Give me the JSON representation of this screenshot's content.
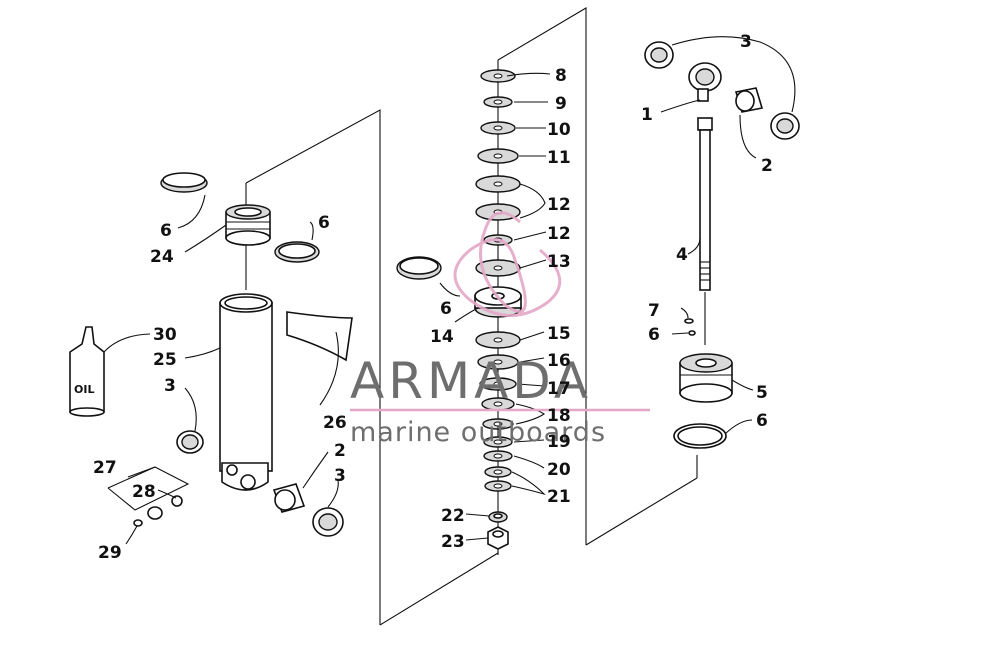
{
  "watermark": {
    "brand": "ARMADA",
    "tagline": "marine outboards",
    "accent_color": "#e3a7c7",
    "text_color": "#6e6e6e"
  },
  "oil_bottle_label": "OIL",
  "callouts": [
    {
      "id": "c1",
      "text": "1"
    },
    {
      "id": "c2a",
      "text": "2"
    },
    {
      "id": "c2b",
      "text": "2"
    },
    {
      "id": "c3a",
      "text": "3"
    },
    {
      "id": "c3b",
      "text": "3"
    },
    {
      "id": "c3c",
      "text": "3"
    },
    {
      "id": "c4",
      "text": "4"
    },
    {
      "id": "c5",
      "text": "5"
    },
    {
      "id": "c6a",
      "text": "6"
    },
    {
      "id": "c6b",
      "text": "6"
    },
    {
      "id": "c6c",
      "text": "6"
    },
    {
      "id": "c6d",
      "text": "6"
    },
    {
      "id": "c6e",
      "text": "6"
    },
    {
      "id": "c7",
      "text": "7"
    },
    {
      "id": "c8",
      "text": "8"
    },
    {
      "id": "c9",
      "text": "9"
    },
    {
      "id": "c10",
      "text": "10"
    },
    {
      "id": "c11",
      "text": "11"
    },
    {
      "id": "c12a",
      "text": "12"
    },
    {
      "id": "c12b",
      "text": "12"
    },
    {
      "id": "c13",
      "text": "13"
    },
    {
      "id": "c14",
      "text": "14"
    },
    {
      "id": "c15",
      "text": "15"
    },
    {
      "id": "c16",
      "text": "16"
    },
    {
      "id": "c17",
      "text": "17"
    },
    {
      "id": "c18",
      "text": "18"
    },
    {
      "id": "c19",
      "text": "19"
    },
    {
      "id": "c20",
      "text": "20"
    },
    {
      "id": "c21",
      "text": "21"
    },
    {
      "id": "c22",
      "text": "22"
    },
    {
      "id": "c23",
      "text": "23"
    },
    {
      "id": "c24",
      "text": "24"
    },
    {
      "id": "c25",
      "text": "25"
    },
    {
      "id": "c26",
      "text": "26"
    },
    {
      "id": "c27",
      "text": "27"
    },
    {
      "id": "c28",
      "text": "28"
    },
    {
      "id": "c29",
      "text": "29"
    },
    {
      "id": "c30",
      "text": "30"
    }
  ]
}
